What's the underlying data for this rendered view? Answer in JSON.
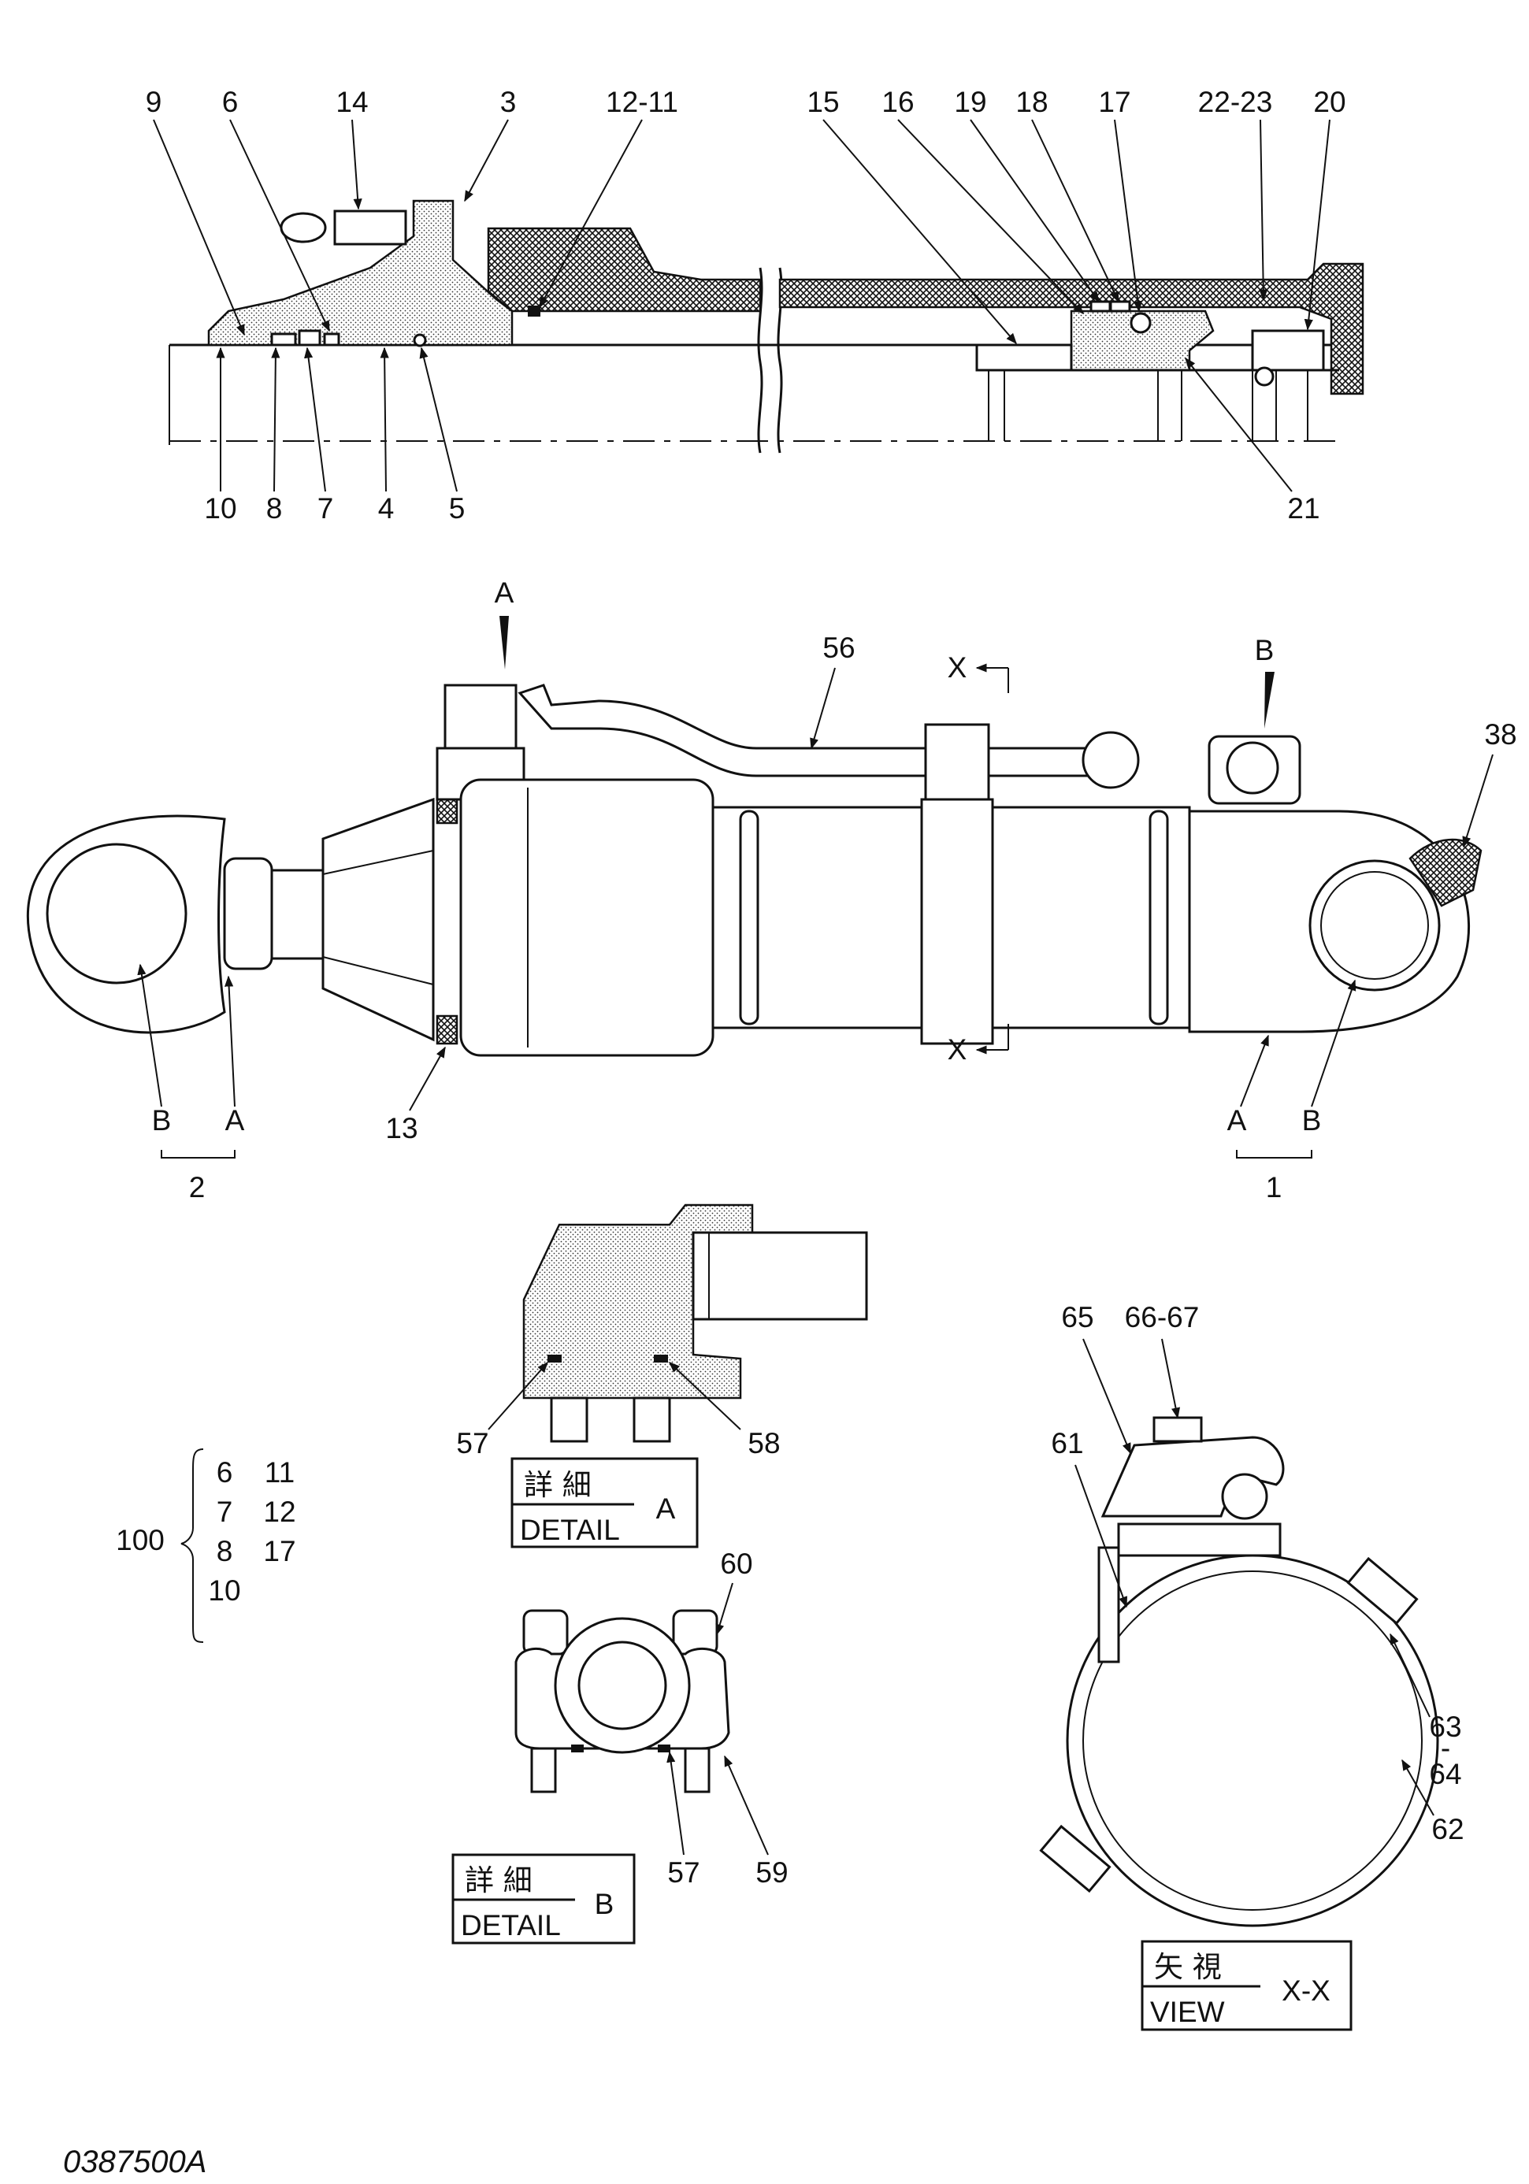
{
  "section": {
    "top_callouts": [
      "9",
      "6",
      "14",
      "3",
      "12-11",
      "15",
      "16",
      "19",
      "18",
      "17",
      "22-23",
      "20"
    ],
    "bottom_callouts": [
      "10",
      "8",
      "7",
      "4",
      "5",
      "21"
    ]
  },
  "assembly": {
    "callouts": {
      "a": "A",
      "b": "B",
      "x": "X",
      "x2": "X",
      "hose": "56",
      "clamp": "38",
      "wiper": "13"
    },
    "rod_end": {
      "b": "B",
      "a": "A",
      "group": "2"
    },
    "head_end": {
      "a": "A",
      "b": "B",
      "group": "1"
    }
  },
  "detail_a": {
    "callouts": [
      "57",
      "58"
    ],
    "title_jp": "詳 細",
    "title_en": "DETAIL",
    "letter": "A"
  },
  "detail_b": {
    "callouts": [
      "60",
      "57",
      "59"
    ],
    "title_jp": "詳 細",
    "title_en": "DETAIL",
    "letter": "B"
  },
  "view_xx": {
    "callouts": [
      "65",
      "66-67",
      "61",
      "63",
      "-",
      "64",
      "62"
    ],
    "title_jp": "矢 視",
    "title_en": "VIEW",
    "letter": "X-X"
  },
  "kit": {
    "number": "100",
    "left_col": [
      "6",
      "7",
      "8",
      "10"
    ],
    "right_col": [
      "11",
      "12",
      "17"
    ]
  },
  "drawing_number": "0387500A"
}
